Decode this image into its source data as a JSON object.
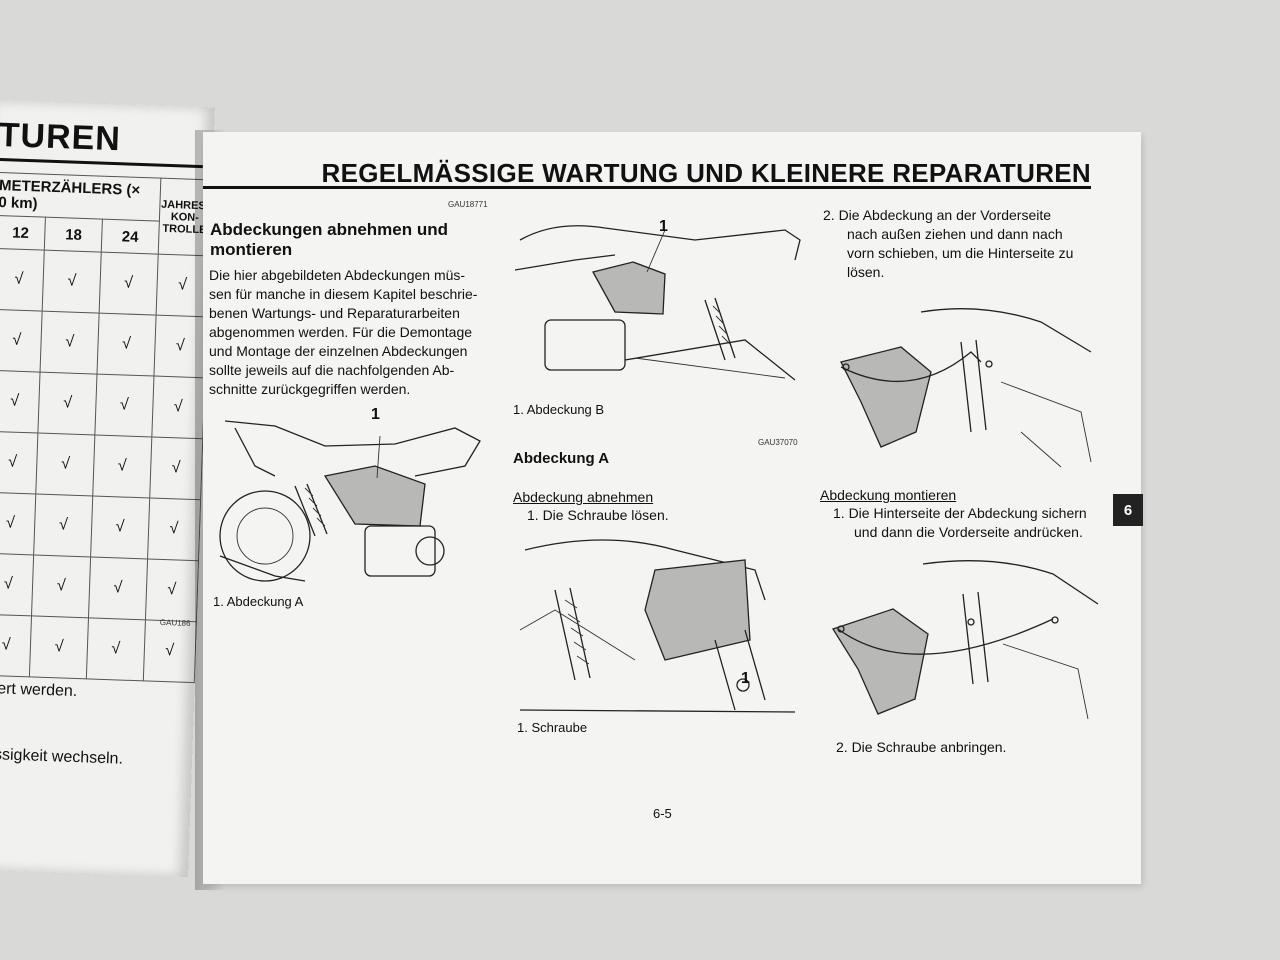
{
  "left_page": {
    "title_fragment": "TUREN",
    "table": {
      "header_1": "METERZÄHLERS (×",
      "header_2": "0 km)",
      "header_3": "JAHRES-",
      "header_4": "KON-",
      "header_5": "TROLLE",
      "columns": [
        "12",
        "18",
        "24"
      ],
      "check": "√"
    },
    "tag": "GAU186",
    "line_1": "euert werden.",
    "line_2": "flüssigkeit wechseln."
  },
  "right_page": {
    "header": "REGELMÄSSIGE WARTUNG UND KLEINERE REPARATUREN",
    "col1": {
      "code": "GAU18771",
      "heading_line1": "Abdeckungen abnehmen und",
      "heading_line2": "montieren",
      "paragraph": [
        "Die hier abgebildeten Abdeckungen müs-",
        "sen für manche in diesem Kapitel beschrie-",
        "benen Wartungs- und Reparaturarbeiten",
        "abgenommen werden. Für die Demontage",
        "und Montage der einzelnen Abdeckungen",
        "sollte jeweils auf die nachfolgenden Ab-",
        "schnitte zurückgegriffen werden."
      ],
      "figure_label": "1",
      "caption": "1. Abdeckung A"
    },
    "col2": {
      "figure_label": "1",
      "caption_top": "1. Abdeckung B",
      "code": "GAU37070",
      "heading": "Abdeckung A",
      "sub_heading": "Abdeckung abnehmen",
      "step1": "1.  Die Schraube lösen.",
      "figure2_label": "1",
      "caption_bottom": "1. Schraube"
    },
    "col3": {
      "step2_lines": [
        "2.  Die Abdeckung an der Vorderseite",
        "nach außen ziehen und dann nach",
        "vorn schieben, um die Hinterseite zu",
        "lösen."
      ],
      "sub_heading": "Abdeckung montieren",
      "step1_lines": [
        "1.  Die Hinterseite der Abdeckung sichern",
        "und dann die Vorderseite andrücken."
      ],
      "step2_bottom": "2.  Die Schraube anbringen."
    },
    "page_number": "6-5",
    "chapter": "6"
  }
}
